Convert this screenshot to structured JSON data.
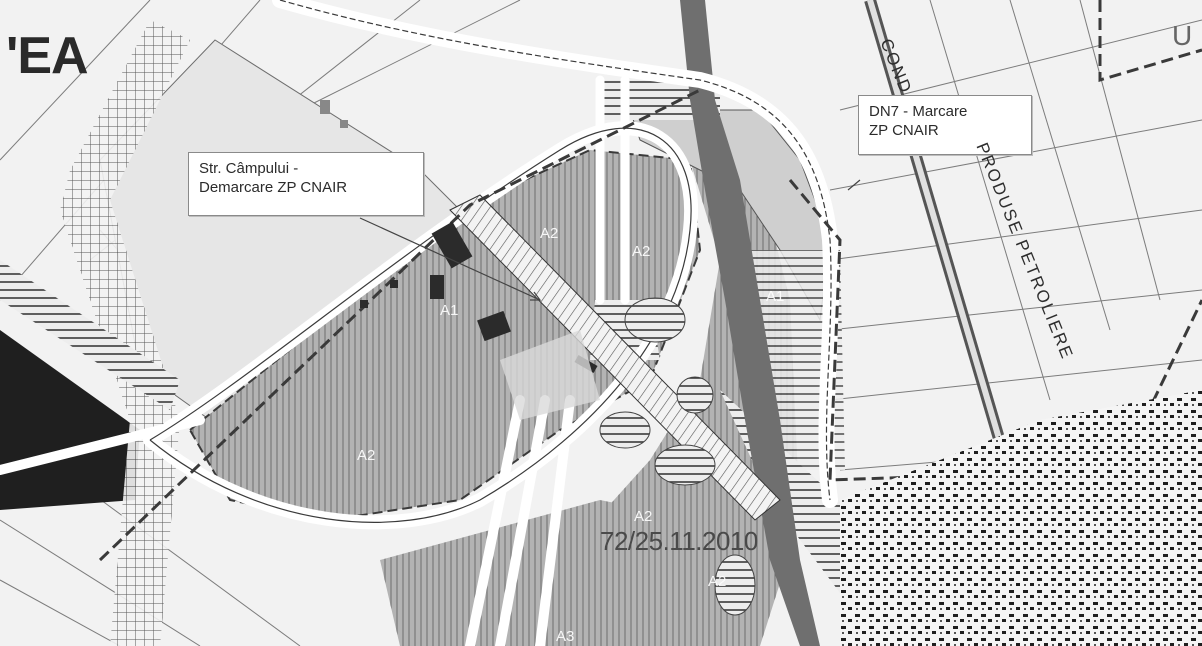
{
  "header": {
    "fragment_text": "'EA"
  },
  "callouts": {
    "campului": {
      "line1": "Str. Câmpului -",
      "line2": "Demarcare ZP CNAIR"
    },
    "dn7": {
      "line1": "DN7 - Marcare",
      "line2": "ZP CNAIR"
    }
  },
  "road_labels": {
    "top_fragment": "COND",
    "main": "PRODUSE PETROLIERE"
  },
  "date_stamp": "72/25.11.2010",
  "zone_labels": {
    "z1": "A2",
    "z2": "A2",
    "z3": "A1",
    "z4": "A2",
    "z5": "A2",
    "z6": "A2",
    "z7": "A1",
    "z8": "A3"
  },
  "corner_glyph": "U",
  "colors": {
    "hatch_dark": "#3a3a3a",
    "zone_gray": "#a9a9a9",
    "road_white": "#ffffff",
    "dark_block": "#1f1f1f"
  }
}
